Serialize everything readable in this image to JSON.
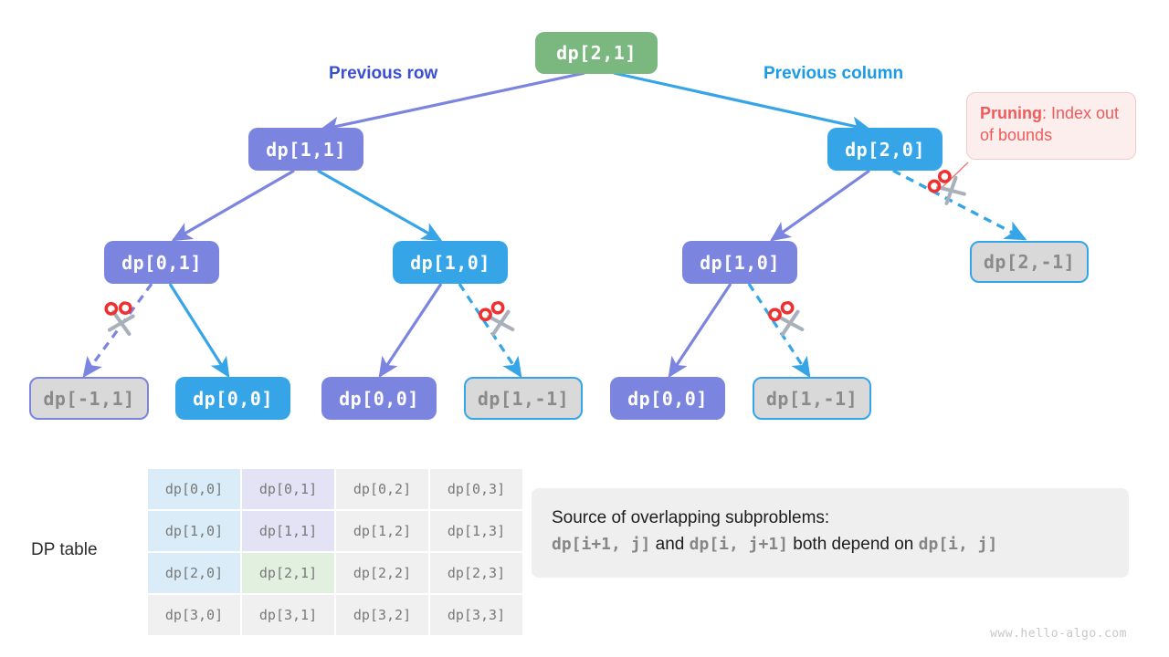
{
  "diagram": {
    "title": "dp recursion tree with pruning",
    "colors": {
      "green": "#7ab87f",
      "purple": "#7b85e0",
      "blue": "#35a5e8",
      "pruned_fill": "#d9d9d9",
      "callout_text": "#ef5b5b",
      "label_row": "#3b4fd1",
      "label_col": "#1b9ae8"
    },
    "branch_labels": {
      "left": "Previous row",
      "right": "Previous column"
    },
    "callout": {
      "bold": "Pruning",
      "rest": ": Index out of bounds"
    },
    "nodes": [
      {
        "id": "root",
        "label": "dp[2,1]",
        "kind": "green"
      },
      {
        "id": "l1a",
        "label": "dp[1,1]",
        "kind": "purple"
      },
      {
        "id": "l1b",
        "label": "dp[2,0]",
        "kind": "blue"
      },
      {
        "id": "l2a",
        "label": "dp[0,1]",
        "kind": "purple"
      },
      {
        "id": "l2b",
        "label": "dp[1,0]",
        "kind": "blue"
      },
      {
        "id": "l2c",
        "label": "dp[1,0]",
        "kind": "purple"
      },
      {
        "id": "l2d",
        "label": "dp[2,-1]",
        "kind": "pruned-blue"
      },
      {
        "id": "l3a",
        "label": "dp[-1,1]",
        "kind": "pruned-purple"
      },
      {
        "id": "l3b",
        "label": "dp[0,0]",
        "kind": "blue"
      },
      {
        "id": "l3c",
        "label": "dp[0,0]",
        "kind": "purple"
      },
      {
        "id": "l3d",
        "label": "dp[1,-1]",
        "kind": "pruned-blue"
      },
      {
        "id": "l3e",
        "label": "dp[0,0]",
        "kind": "purple"
      },
      {
        "id": "l3f",
        "label": "dp[1,-1]",
        "kind": "pruned-blue"
      }
    ]
  },
  "dp_table": {
    "caption": "DP table",
    "rows": [
      [
        "dp[0,0]",
        "dp[0,1]",
        "dp[0,2]",
        "dp[0,3]"
      ],
      [
        "dp[1,0]",
        "dp[1,1]",
        "dp[1,2]",
        "dp[1,3]"
      ],
      [
        "dp[2,0]",
        "dp[2,1]",
        "dp[2,2]",
        "dp[2,3]"
      ],
      [
        "dp[3,0]",
        "dp[3,1]",
        "dp[3,2]",
        "dp[3,3]"
      ]
    ],
    "highlight": [
      [
        "blue",
        "purple",
        "none",
        "none"
      ],
      [
        "blue",
        "purple",
        "none",
        "none"
      ],
      [
        "blue",
        "green",
        "none",
        "none"
      ],
      [
        "none",
        "none",
        "none",
        "none"
      ]
    ]
  },
  "note": {
    "line1": "Source of overlapping subproblems:",
    "code1": "dp[i+1, j]",
    "mid1": " and ",
    "code2": "dp[i, j+1]",
    "mid2": " both depend on ",
    "code3": "dp[i, j]"
  },
  "footer": {
    "url": "www.hello-algo.com"
  }
}
